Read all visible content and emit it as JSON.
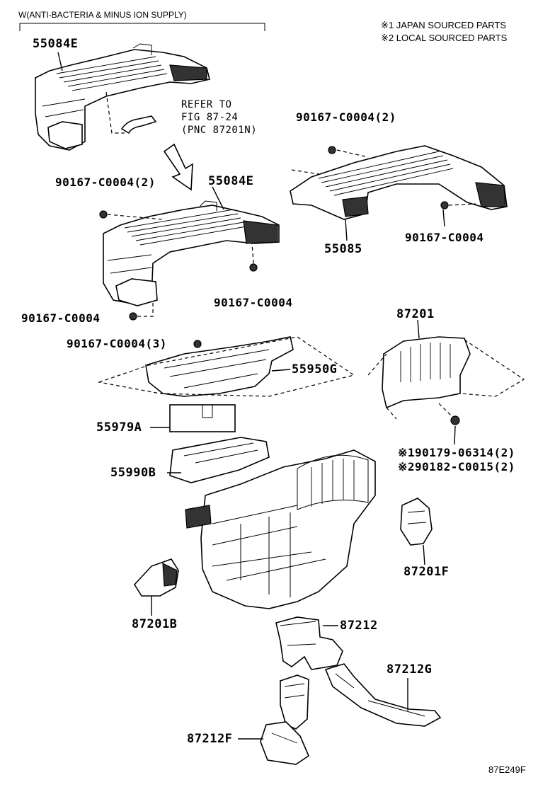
{
  "header": {
    "scope_note": "W(ANTI-BACTERIA & MINUS ION SUPPLY)",
    "legend_1": "※1 JAPAN SOURCED PARTS",
    "legend_2": "※2 LOCAL SOURCED PARTS"
  },
  "refer": {
    "line1": "REFER TO",
    "line2": "FIG 87-24",
    "line3": "(PNC 87201N)"
  },
  "labels": {
    "p55084E_top": "55084E",
    "p55084E_mid": "55084E",
    "p90167_2_left": "90167-C0004(2)",
    "p90167_2_right": "90167-C0004(2)",
    "p55085": "55085",
    "p90167_right": "90167-C0004",
    "p90167_mid": "90167-C0004",
    "p90167_left": "90167-C0004",
    "p87201": "87201",
    "p90167_3": "90167-C0004(3)",
    "p55950G": "55950G",
    "p55979A": "55979A",
    "p90179": "※190179-06314(2)",
    "p90182": "※290182-C0015(2)",
    "p55990B": "55990B",
    "p87201F": "87201F",
    "p87201B": "87201B",
    "p87212": "87212",
    "p87212G": "87212G",
    "p87212F": "87212F"
  },
  "figure_code": "87E249F"
}
